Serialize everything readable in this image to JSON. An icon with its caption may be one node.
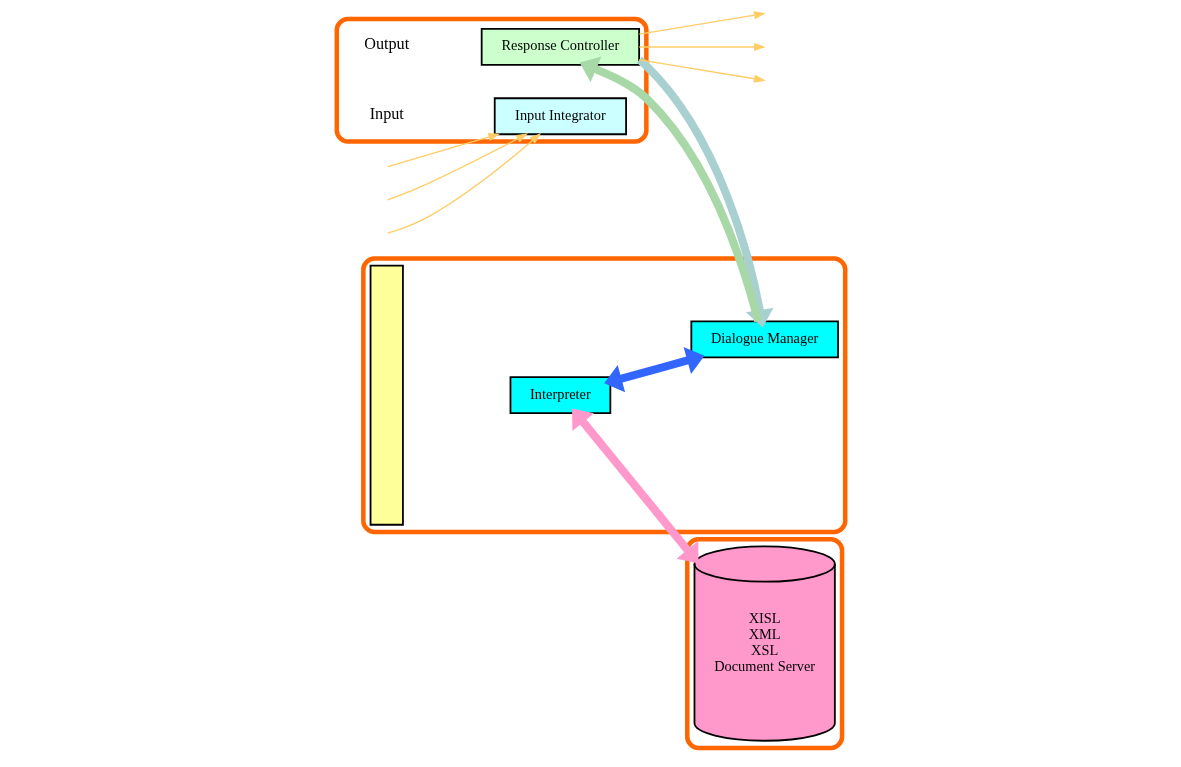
{
  "diagram": {
    "nodes": [
      {
        "text": [],
        "shape": "box"
      },
      {
        "text": [
          "Input Integrator"
        ],
        "in": 0
      },
      {
        "text": [
          "Response Controller"
        ],
        "in": 0
      },
      {
        "text": [],
        "shape": "box"
      },
      {
        "text": [],
        "shape": "bar",
        "in": 3
      },
      {
        "text": [
          "Interpreter"
        ],
        "in": 3
      },
      {
        "text": [
          "Dialogue Manager"
        ],
        "in": 3
      },
      {
        "text": [],
        "shape": "box"
      },
      {
        "text": [
          "XISL",
          "XML",
          "XSL",
          "Document Server"
        ],
        "in": 7
      }
    ],
    "edges": [
      {
        "from": null,
        "to": 1,
        "arrow": "to",
        "color": "#ffcc66"
      },
      {
        "from": null,
        "to": 1,
        "arrow": "to",
        "color": "#ffcc66"
      },
      {
        "from": null,
        "to": 1,
        "arrow": "to",
        "color": "#ffcc66"
      },
      {
        "from": 2,
        "to": null,
        "arrow": "to",
        "color": "#ffcc66"
      },
      {
        "from": 2,
        "to": null,
        "arrow": "to",
        "color": "#ffcc66"
      },
      {
        "from": 2,
        "to": null,
        "arrow": "to",
        "color": "#ffcc66"
      },
      {
        "from": 5,
        "to": 8,
        "arrow": "both",
        "style": "thick",
        "color": "#ff99cc"
      },
      {
        "from": 5,
        "to": 6,
        "arrow": "both",
        "style": "thick",
        "color": "#3366ff"
      },
      {
        "from": 2,
        "to": 6,
        "arrow": "to",
        "style": "thick",
        "color": "#a8d0d0"
      },
      {
        "from": 6,
        "to": 2,
        "arrow": "to",
        "style": "thick",
        "color": "#a8d8a8"
      }
    ],
    "labels": [
      "Input",
      "Output"
    ]
  }
}
